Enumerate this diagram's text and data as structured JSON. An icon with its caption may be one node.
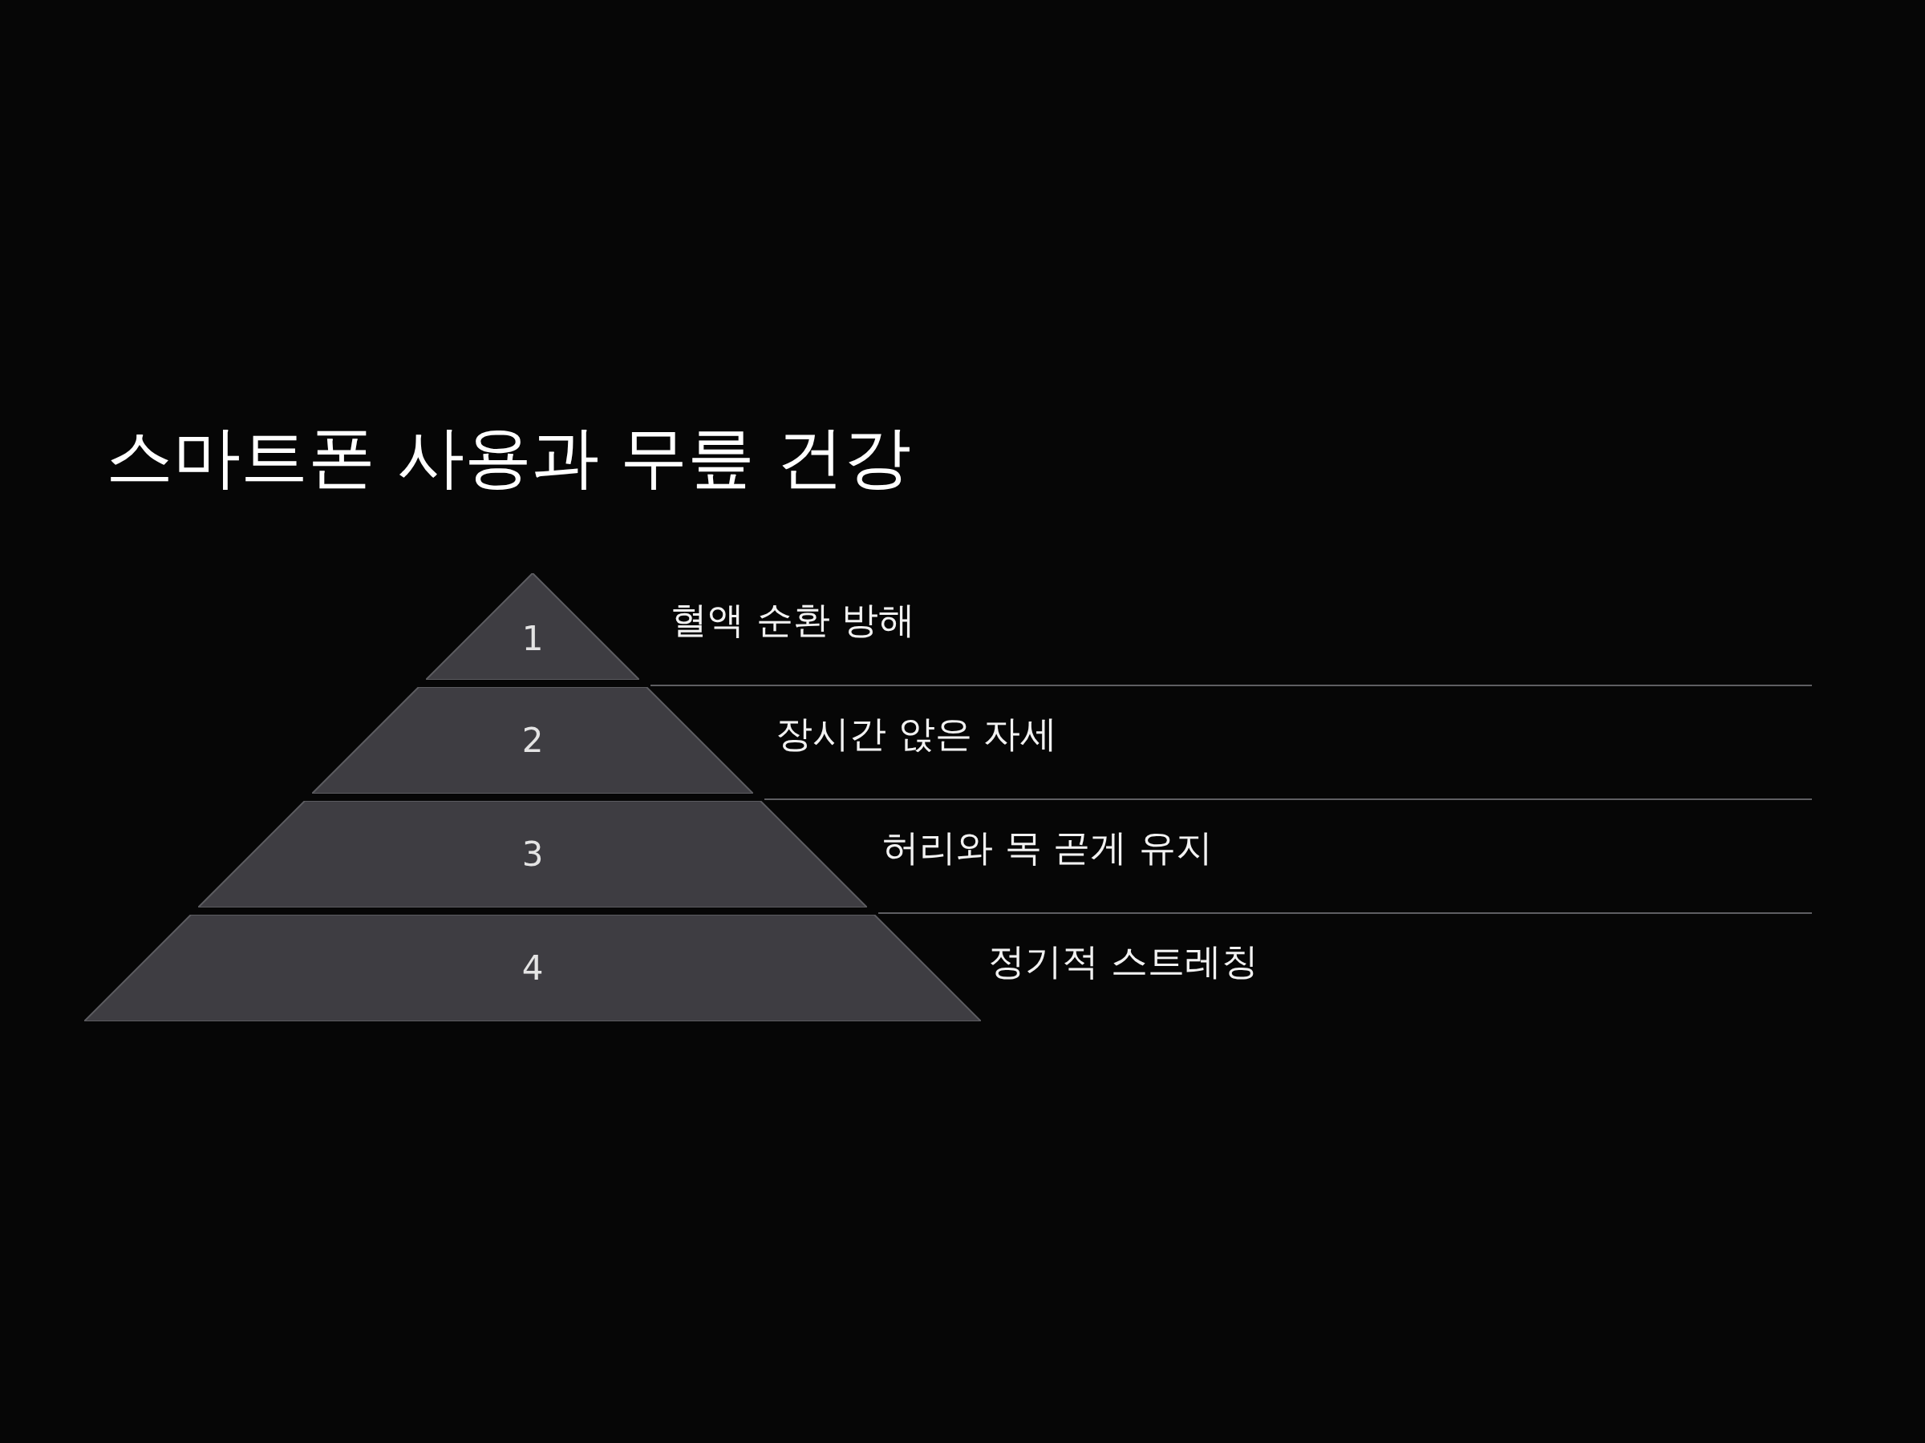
{
  "diagram": {
    "title": "스마트폰 사용과 무릎 건강",
    "nodes": [
      {
        "text": [
          "1"
        ],
        "beside": [
          "혈액 순환 방해"
        ]
      },
      {
        "text": [
          "2"
        ],
        "beside": [
          "장시간 앉은 자세"
        ]
      },
      {
        "text": [
          "3"
        ],
        "beside": [
          "허리와 목 곧게 유지"
        ]
      },
      {
        "text": [
          "4"
        ],
        "beside": [
          "정기적 스트레칭"
        ]
      }
    ],
    "edges": []
  }
}
